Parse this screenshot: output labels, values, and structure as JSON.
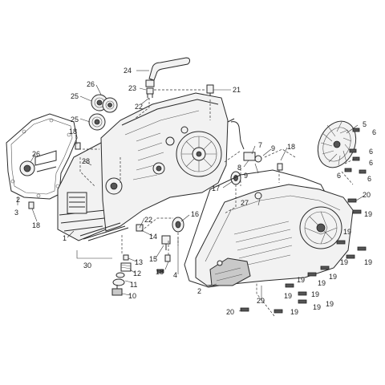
{
  "diagram": {
    "callouts": [
      {
        "text": "24"
      },
      {
        "text": "26"
      },
      {
        "text": "23"
      },
      {
        "text": "21"
      },
      {
        "text": "25"
      },
      {
        "text": "22"
      },
      {
        "text": "25"
      },
      {
        "text": "18"
      },
      {
        "text": "26"
      },
      {
        "text": "28"
      },
      {
        "text": "2"
      },
      {
        "text": "3"
      },
      {
        "text": "18"
      },
      {
        "text": "1"
      },
      {
        "text": "30"
      },
      {
        "text": "22"
      },
      {
        "text": "14"
      },
      {
        "text": "13"
      },
      {
        "text": "12"
      },
      {
        "text": "11"
      },
      {
        "text": "10"
      },
      {
        "text": "15"
      },
      {
        "text": "18"
      },
      {
        "text": "4"
      },
      {
        "text": "16"
      },
      {
        "text": "17"
      },
      {
        "text": "7"
      },
      {
        "text": "9"
      },
      {
        "text": "8"
      },
      {
        "text": "9"
      },
      {
        "text": "18"
      },
      {
        "text": "27"
      },
      {
        "text": "5"
      },
      {
        "text": "6"
      },
      {
        "text": "6"
      },
      {
        "text": "6"
      },
      {
        "text": "6"
      },
      {
        "text": "6"
      },
      {
        "text": "20"
      },
      {
        "text": "19"
      },
      {
        "text": "19"
      },
      {
        "text": "19"
      },
      {
        "text": "19"
      },
      {
        "text": "19"
      },
      {
        "text": "19"
      },
      {
        "text": "19"
      },
      {
        "text": "19"
      },
      {
        "text": "19"
      },
      {
        "text": "2"
      },
      {
        "text": "29"
      },
      {
        "text": "19"
      },
      {
        "text": "19"
      },
      {
        "text": "20"
      },
      {
        "text": "19"
      }
    ]
  }
}
